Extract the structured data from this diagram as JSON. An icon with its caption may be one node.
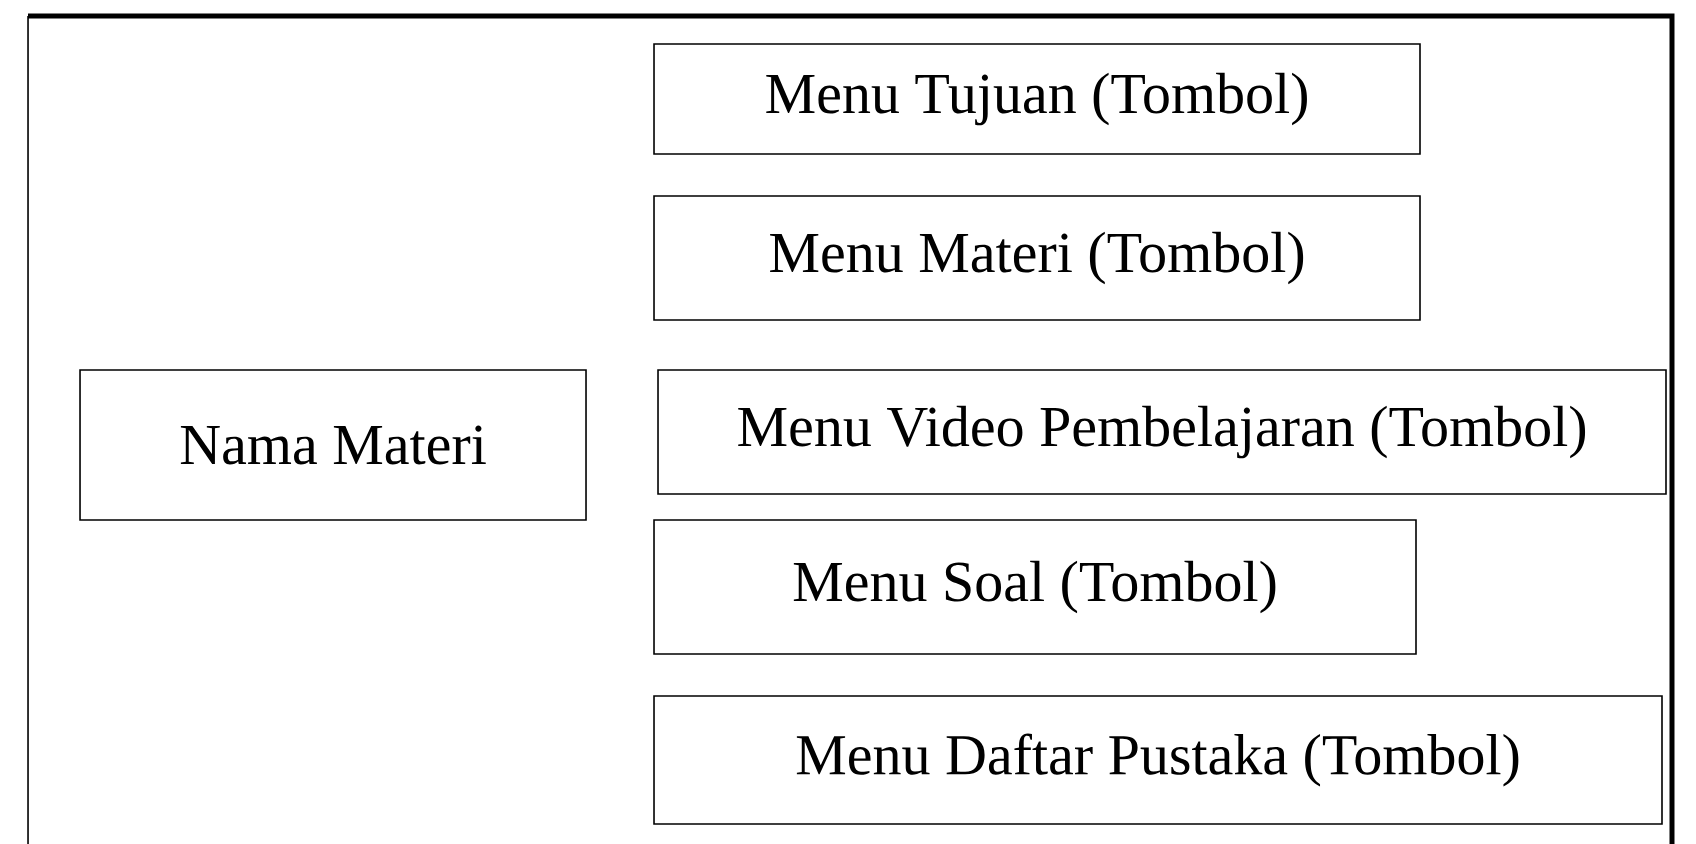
{
  "diagram": {
    "nodes": [
      {
        "text": [],
        "shape": "box"
      },
      {
        "text": [
          "Nama Materi"
        ],
        "in": 0
      },
      {
        "text": [
          "Menu Tujuan (Tombol)"
        ],
        "in": 0
      },
      {
        "text": [
          "Menu Materi (Tombol)"
        ],
        "in": 0
      },
      {
        "text": [
          "Menu Video Pembelajaran (Tombol)"
        ],
        "in": 0
      },
      {
        "text": [
          "Menu Soal (Tombol)"
        ],
        "in": 0
      },
      {
        "text": [
          "Menu Daftar Pustaka (Tombol)"
        ],
        "in": 0
      }
    ]
  }
}
